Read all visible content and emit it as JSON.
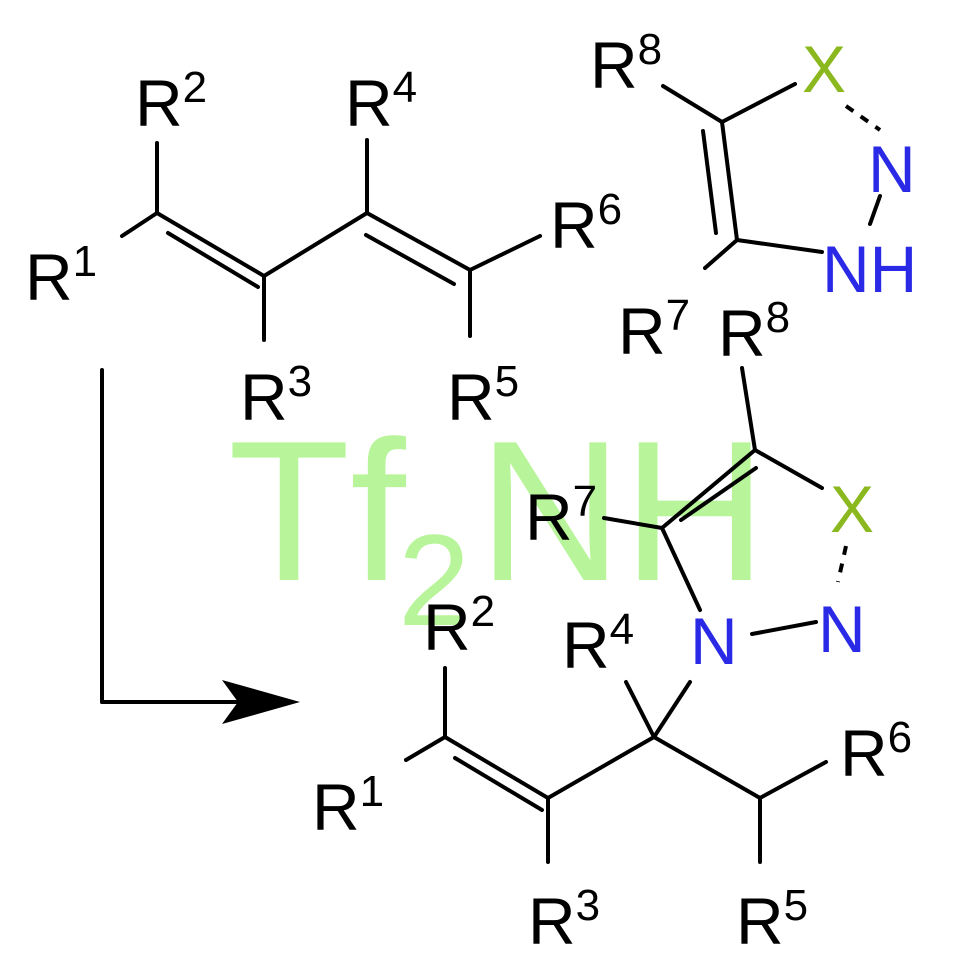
{
  "colors": {
    "bond": "#000000",
    "nitrogen": "#2a2ae6",
    "x_atom": "#8ab81e",
    "reagent": "#b8f59a"
  },
  "reagent": {
    "main": "Tf",
    "sub": "2",
    "tail": "NH"
  },
  "substituents": {
    "r1": {
      "base": "R",
      "sup": "1"
    },
    "r2": {
      "base": "R",
      "sup": "2"
    },
    "r3": {
      "base": "R",
      "sup": "3"
    },
    "r4": {
      "base": "R",
      "sup": "4"
    },
    "r5": {
      "base": "R",
      "sup": "5"
    },
    "r6": {
      "base": "R",
      "sup": "6"
    },
    "r7": {
      "base": "R",
      "sup": "7"
    },
    "r8": {
      "base": "R",
      "sup": "8"
    }
  },
  "atoms": {
    "x": "X",
    "n": "N",
    "nh": "NH"
  }
}
